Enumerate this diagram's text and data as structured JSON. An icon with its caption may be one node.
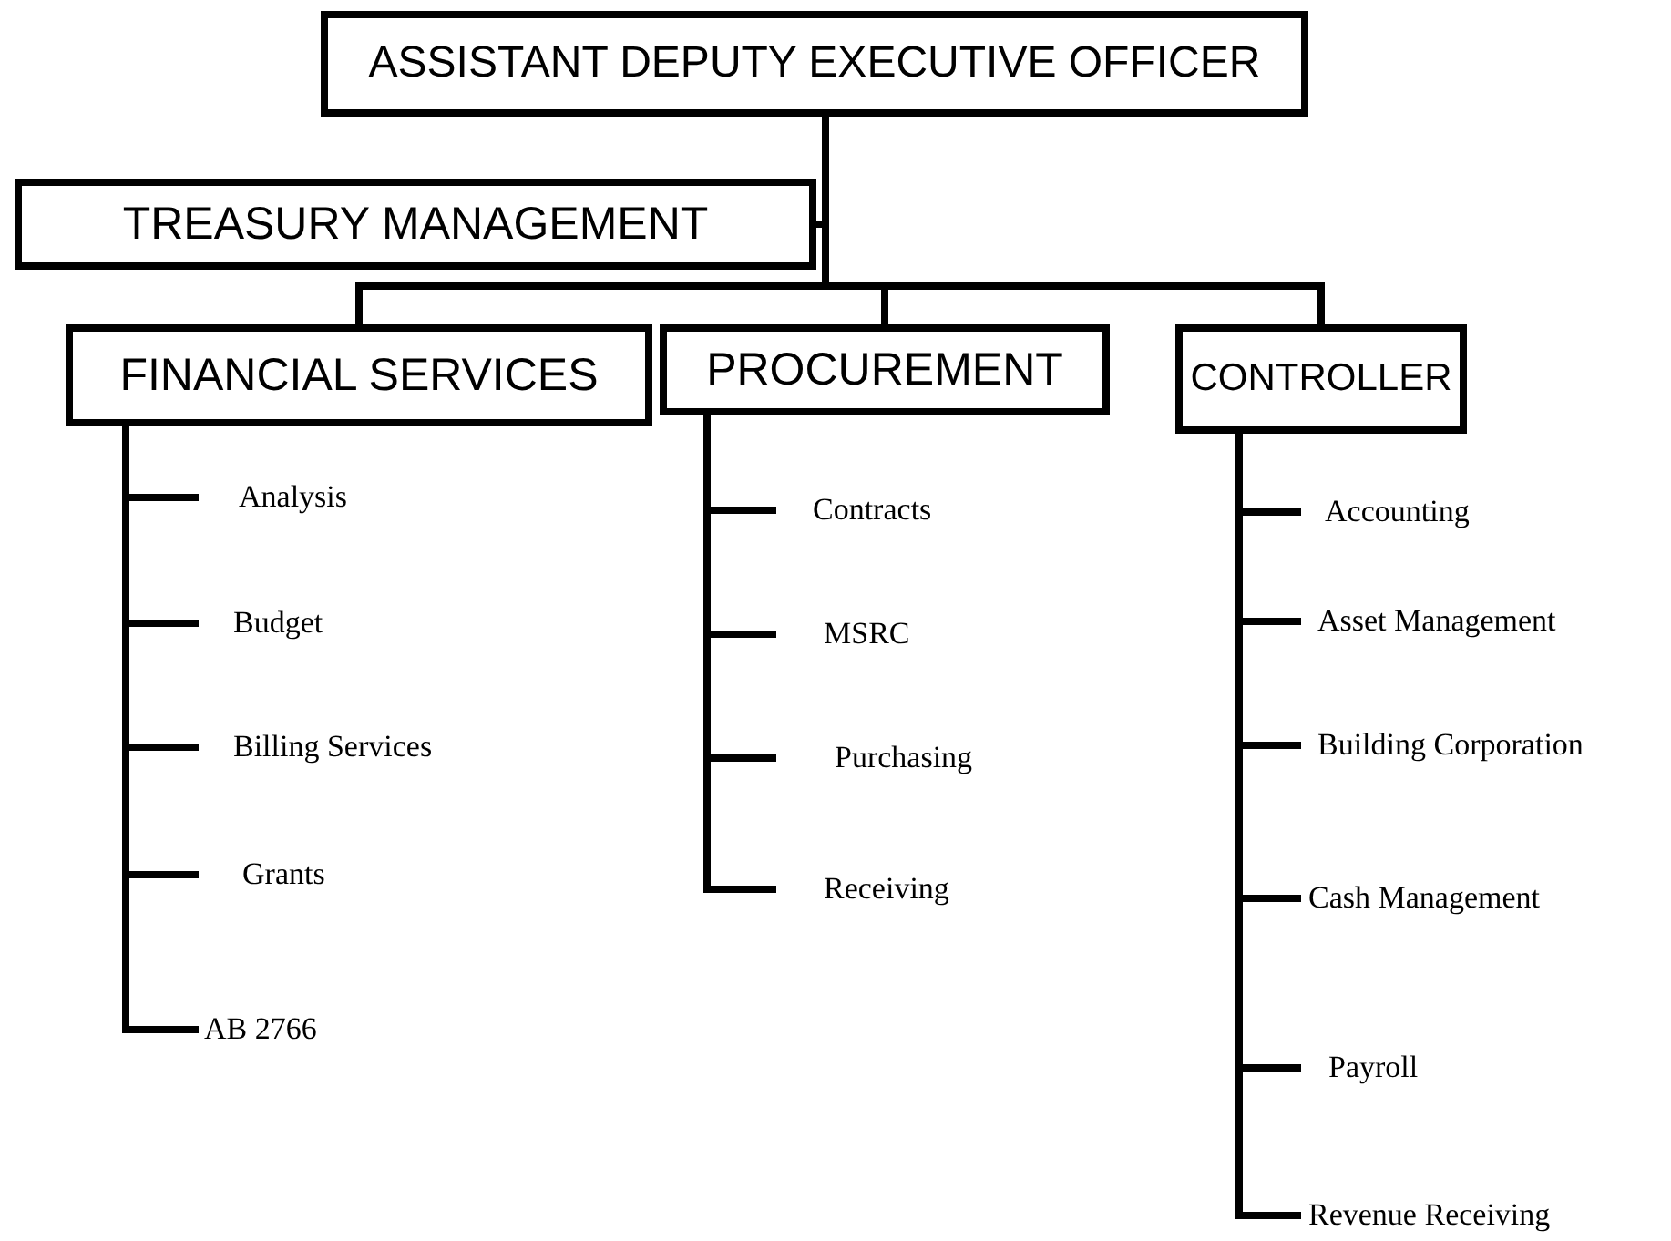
{
  "diagram": {
    "nodes": [
      {
        "text": [
          "ASSISTANT DEPUTY EXECUTIVE OFFICER"
        ]
      },
      {
        "text": [
          "TREASURY MANAGEMENT"
        ]
      },
      {
        "text": [
          "FINANCIAL SERVICES"
        ]
      },
      {
        "text": [
          "PROCUREMENT"
        ]
      },
      {
        "text": [
          "CONTROLLER"
        ]
      },
      {
        "text": [
          "Analysis"
        ]
      },
      {
        "text": [
          "Budget"
        ]
      },
      {
        "text": [
          "Billing Services"
        ]
      },
      {
        "text": [
          "Grants"
        ]
      },
      {
        "text": [
          "AB 2766"
        ]
      },
      {
        "text": [
          "Contracts"
        ]
      },
      {
        "text": [
          "MSRC"
        ]
      },
      {
        "text": [
          "Purchasing"
        ]
      },
      {
        "text": [
          "Receiving"
        ]
      },
      {
        "text": [
          "Accounting"
        ]
      },
      {
        "text": [
          "Asset Management"
        ]
      },
      {
        "text": [
          "Building Corporation"
        ]
      },
      {
        "text": [
          "Cash Management"
        ]
      },
      {
        "text": [
          "Payroll"
        ]
      },
      {
        "text": [
          "Revenue Receiving"
        ]
      }
    ],
    "edges": [
      {
        "from": 0,
        "to": 1,
        "arrow": "none"
      },
      {
        "from": 0,
        "to": 2,
        "arrow": "none"
      },
      {
        "from": 0,
        "to": 3,
        "arrow": "none"
      },
      {
        "from": 0,
        "to": 4,
        "arrow": "none"
      },
      {
        "from": 2,
        "to": 5,
        "arrow": "none"
      },
      {
        "from": 2,
        "to": 6,
        "arrow": "none"
      },
      {
        "from": 2,
        "to": 7,
        "arrow": "none"
      },
      {
        "from": 2,
        "to": 8,
        "arrow": "none"
      },
      {
        "from": 2,
        "to": 9,
        "arrow": "none"
      },
      {
        "from": 3,
        "to": 10,
        "arrow": "none"
      },
      {
        "from": 3,
        "to": 11,
        "arrow": "none"
      },
      {
        "from": 3,
        "to": 12,
        "arrow": "none"
      },
      {
        "from": 3,
        "to": 13,
        "arrow": "none"
      },
      {
        "from": 4,
        "to": 14,
        "arrow": "none"
      },
      {
        "from": 4,
        "to": 15,
        "arrow": "none"
      },
      {
        "from": 4,
        "to": 16,
        "arrow": "none"
      },
      {
        "from": 4,
        "to": 17,
        "arrow": "none"
      },
      {
        "from": 4,
        "to": 18,
        "arrow": "none"
      },
      {
        "from": 4,
        "to": 19,
        "arrow": "none"
      }
    ]
  }
}
